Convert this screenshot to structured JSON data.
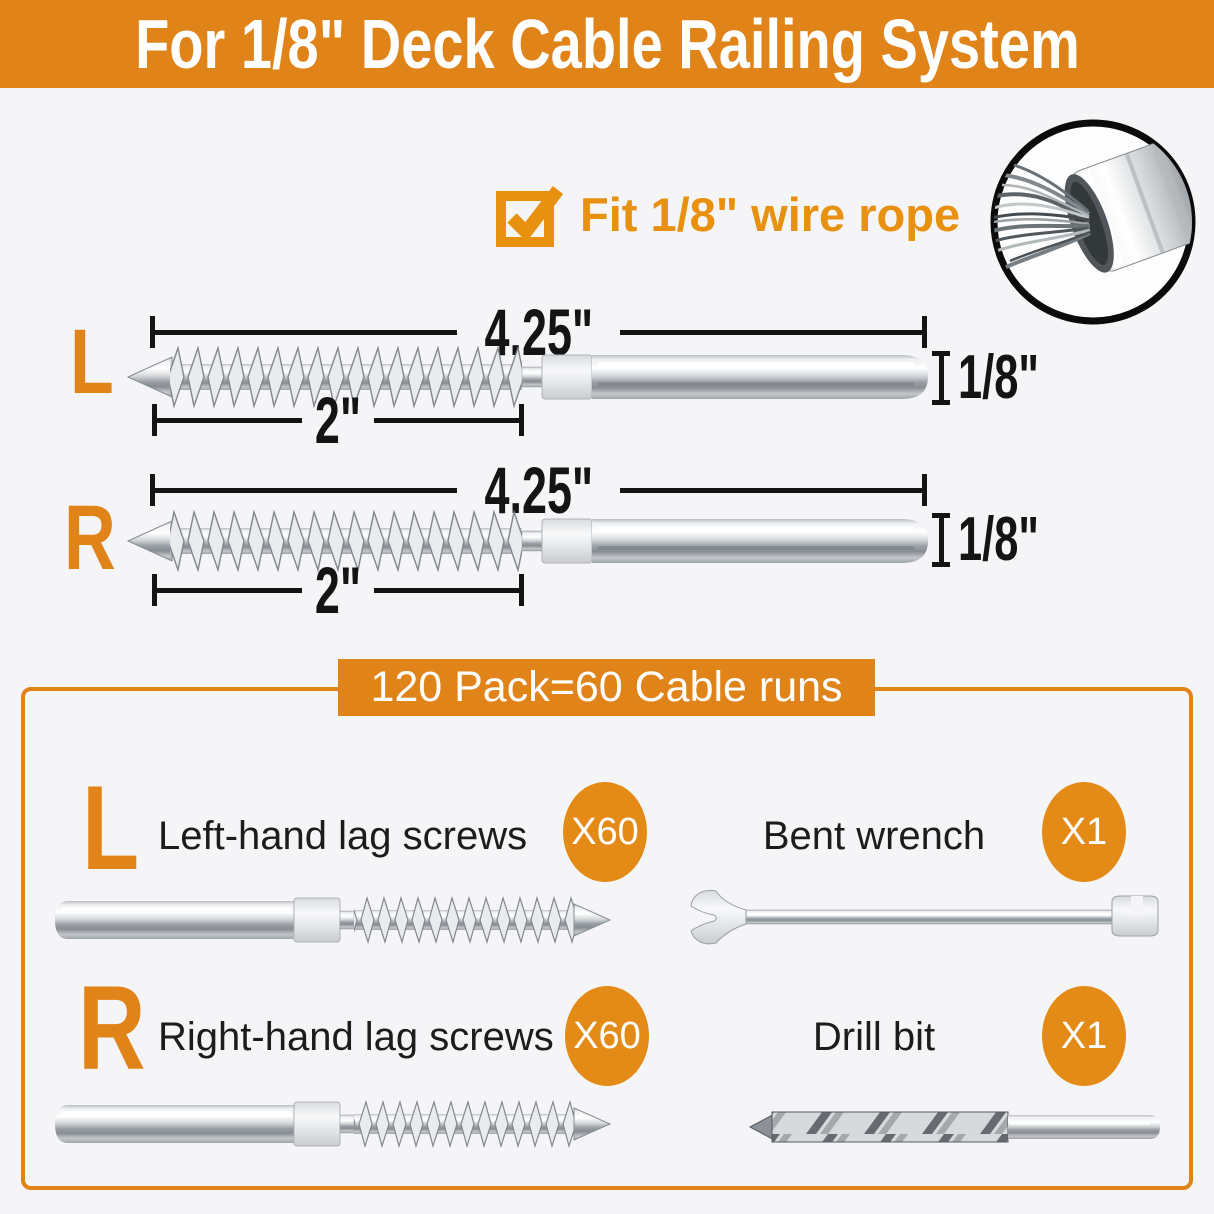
{
  "banner": {
    "title": "For 1/8\" Deck Cable Railing System"
  },
  "feature": {
    "label": "Fit 1/8\" wire rope",
    "icon": "checkbox-checked"
  },
  "diagram": {
    "left": {
      "side": "L",
      "overall_length": "4.25\"",
      "thread_length": "2\"",
      "diameter": "1/8\""
    },
    "right": {
      "side": "R",
      "overall_length": "4.25\"",
      "thread_length": "2\"",
      "diameter": "1/8\""
    }
  },
  "kit": {
    "title": "120 Pack=60 Cable runs",
    "items": [
      {
        "letter": "L",
        "label": "Left-hand lag screws",
        "qty": "X60"
      },
      {
        "letter": "",
        "label": "Bent wrench",
        "qty": "X1"
      },
      {
        "letter": "R",
        "label": "Right-hand lag screws",
        "qty": "X60"
      },
      {
        "letter": "",
        "label": "Drill bit",
        "qty": "X1"
      }
    ]
  },
  "colors": {
    "orange": "#e08318",
    "badge_orange": "#e48b17",
    "background": "#f5f5f7",
    "ink": "#141414",
    "banner_text": "#ffffff"
  }
}
